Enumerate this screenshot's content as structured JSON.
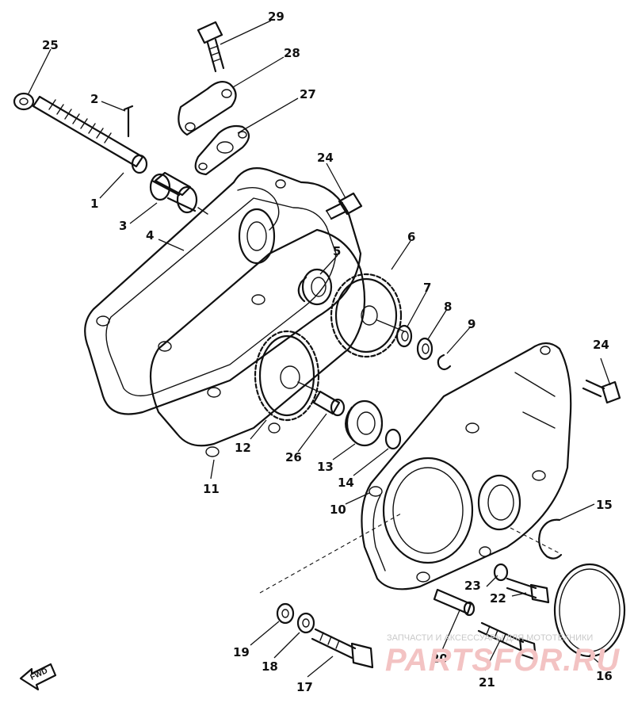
{
  "callouts": [
    {
      "id": "1",
      "label": "1"
    },
    {
      "id": "2",
      "label": "2"
    },
    {
      "id": "3",
      "label": "3"
    },
    {
      "id": "4",
      "label": "4"
    },
    {
      "id": "5",
      "label": "5"
    },
    {
      "id": "6",
      "label": "6"
    },
    {
      "id": "7",
      "label": "7"
    },
    {
      "id": "8",
      "label": "8"
    },
    {
      "id": "9",
      "label": "9"
    },
    {
      "id": "10",
      "label": "10"
    },
    {
      "id": "11",
      "label": "11"
    },
    {
      "id": "12",
      "label": "12"
    },
    {
      "id": "13",
      "label": "13"
    },
    {
      "id": "14",
      "label": "14"
    },
    {
      "id": "15",
      "label": "15"
    },
    {
      "id": "16",
      "label": "16"
    },
    {
      "id": "17",
      "label": "17"
    },
    {
      "id": "18",
      "label": "18"
    },
    {
      "id": "19",
      "label": "19"
    },
    {
      "id": "20",
      "label": "20"
    },
    {
      "id": "21",
      "label": "21"
    },
    {
      "id": "22",
      "label": "22"
    },
    {
      "id": "23",
      "label": "23"
    },
    {
      "id": "24a",
      "label": "24"
    },
    {
      "id": "24b",
      "label": "24"
    },
    {
      "id": "25",
      "label": "25"
    },
    {
      "id": "26",
      "label": "26"
    },
    {
      "id": "27",
      "label": "27"
    },
    {
      "id": "28",
      "label": "28"
    },
    {
      "id": "29",
      "label": "29"
    }
  ],
  "fwd_label": "FWD",
  "watermark": {
    "tagline": "ЗАПЧАСТИ И АКСЕССУАРЫ ДЛЯ МОТОТЕХНИКИ",
    "logo": "PARTSFOR.RU"
  }
}
